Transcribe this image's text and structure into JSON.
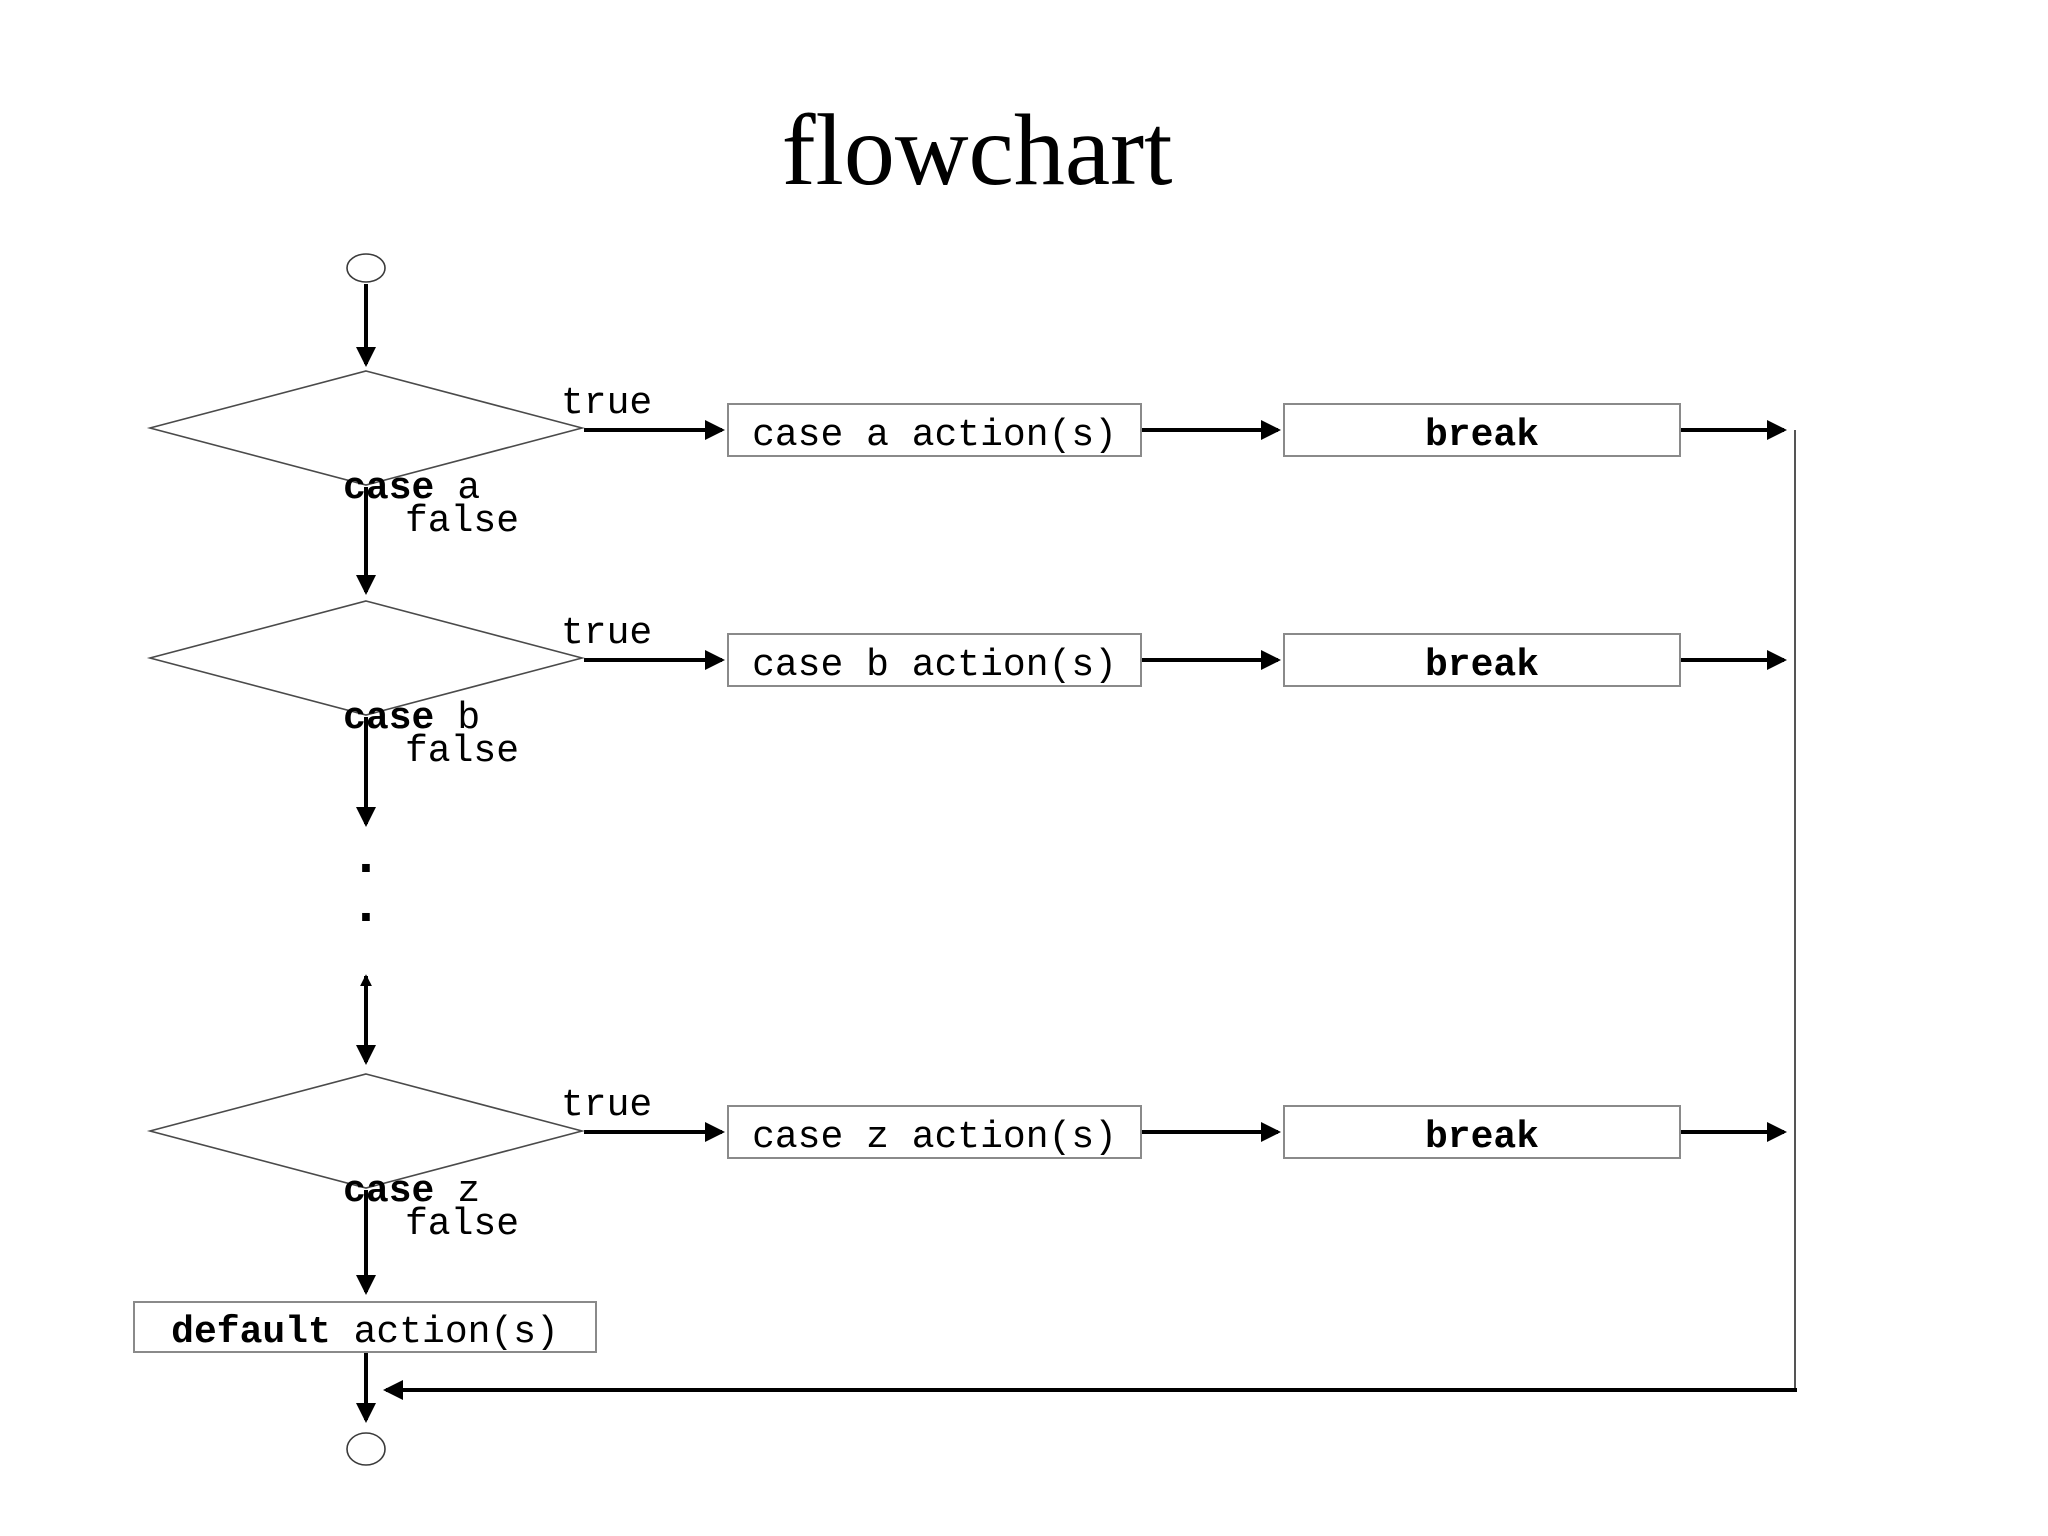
{
  "page": {
    "title": "flowchart"
  },
  "flow": {
    "rows": [
      {
        "keyword": "case",
        "variable": "a",
        "true_label": "true",
        "false_label": "false",
        "action_label": "case a action(s)",
        "break_label": "break"
      },
      {
        "keyword": "case",
        "variable": "b",
        "true_label": "true",
        "false_label": "false",
        "action_label": "case b action(s)",
        "break_label": "break"
      },
      {
        "keyword": "case",
        "variable": "z",
        "true_label": "true",
        "false_label": "false",
        "action_label": "case z action(s)",
        "break_label": "break"
      }
    ],
    "ellipsis_dot": ".",
    "default_box": {
      "keyword": "default",
      "suffix": " action(s)"
    },
    "colors": {
      "edge": "#000000",
      "diamond_outline": "#4a4a4a",
      "box_outline": "#8a8a8a",
      "rail": "#555555",
      "text": "#000000"
    }
  }
}
